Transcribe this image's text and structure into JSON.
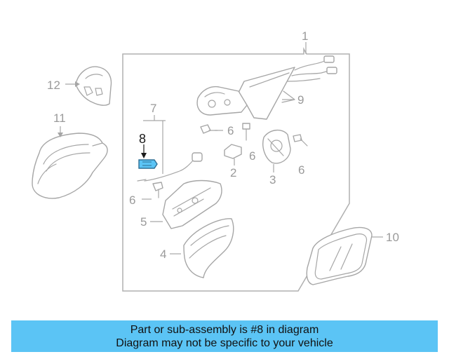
{
  "diagram": {
    "callouts": {
      "c1": "1",
      "c2": "2",
      "c3": "3",
      "c4": "4",
      "c5": "5",
      "c6a": "6",
      "c6b": "6",
      "c6c": "6",
      "c6d": "6",
      "c7": "7",
      "c8": "8",
      "c9": "9",
      "c10": "10",
      "c11": "11",
      "c12": "12"
    },
    "highlight_color": "#5bc4f5",
    "highlighted_part": "8"
  },
  "banner": {
    "line1": "Part or sub-assembly is #8 in diagram",
    "line2": "Diagram may not be specific to your vehicle",
    "background": "#5bc4f5"
  }
}
